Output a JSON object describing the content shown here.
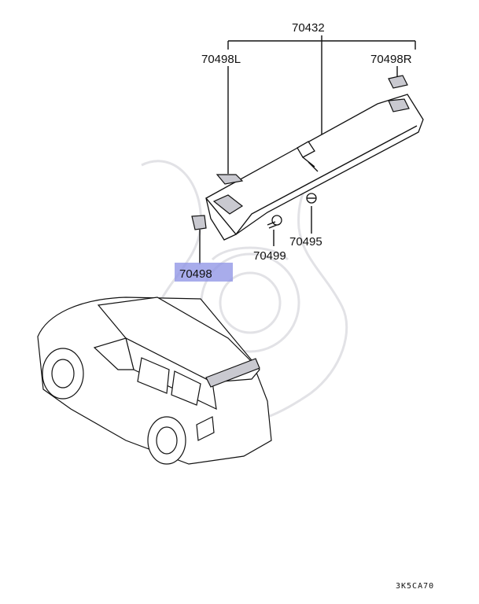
{
  "labels": {
    "assembly": "70432",
    "left_pad": "70498L",
    "right_pad": "70498R",
    "clip": "70495",
    "screw": "70499",
    "highlighted_part": "70498"
  },
  "diagram_code": "3K5CA70",
  "colors": {
    "highlight": "#8f95e6",
    "line": "#111111",
    "watermark": "#e2e2e6"
  }
}
